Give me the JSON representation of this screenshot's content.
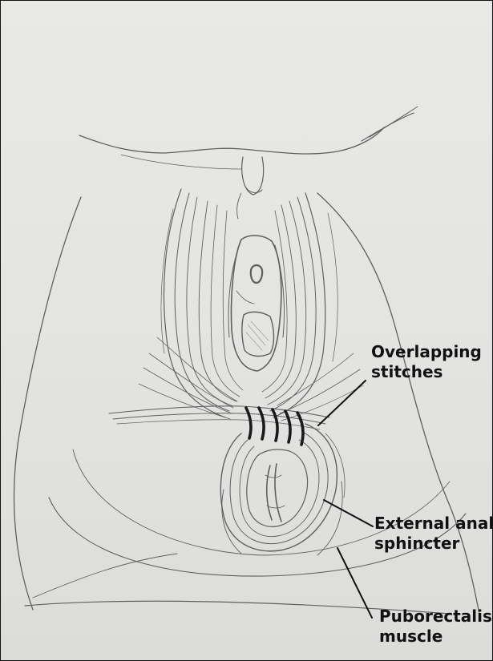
{
  "annotations": {
    "overlapping_stitches": [
      "Overlapping",
      "stitches"
    ],
    "external_anal_sphincter": [
      "External anal",
      "sphincter"
    ],
    "puborectalis_muscle": [
      "Puborectalis",
      "muscle"
    ]
  },
  "colors": {
    "paper": "#e6e6e4",
    "pencil": "#5f5f5f",
    "stitches": "#1a1a1a",
    "labels": "#111111"
  }
}
